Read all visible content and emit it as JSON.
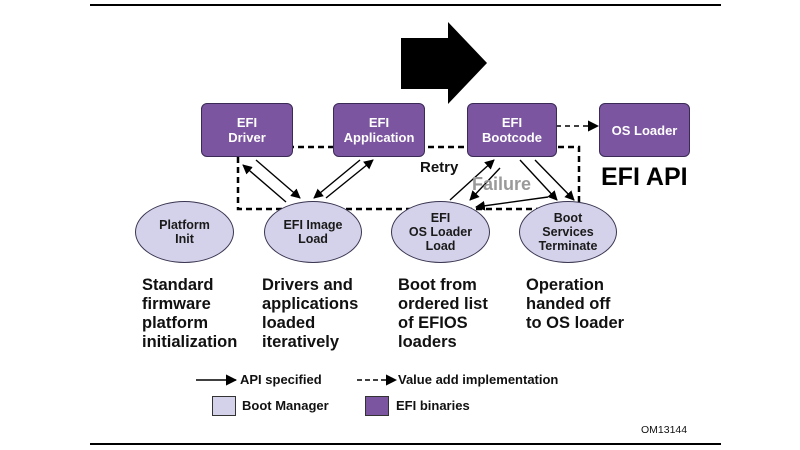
{
  "binaries": {
    "driver": [
      "EFI",
      "Driver"
    ],
    "application": [
      "EFI",
      "Application"
    ],
    "bootcode": [
      "EFI",
      "Bootcode"
    ],
    "os_loader": "OS Loader"
  },
  "api_label": "EFI API",
  "boot_manager": {
    "platform_init": [
      "Platform",
      "Init"
    ],
    "image_load": [
      "EFI Image",
      "Load"
    ],
    "os_loader_load": [
      "EFI",
      "OS Loader",
      "Load"
    ],
    "boot_services_terminate": [
      "Boot",
      "Services",
      "Terminate"
    ]
  },
  "descriptions": {
    "platform_init": [
      "Standard",
      "firmware",
      "platform",
      "initialization"
    ],
    "image_load": [
      "Drivers and",
      "applications",
      "loaded",
      "iteratively"
    ],
    "os_loader_load": [
      "Boot from",
      "ordered list",
      "of EFIOS",
      "loaders"
    ],
    "boot_services_terminate": [
      "Operation",
      "handed off",
      "to OS loader"
    ]
  },
  "labels": {
    "retry": "Retry",
    "failure": "Failure"
  },
  "legend": {
    "api_specified": "API specified",
    "value_add": "Value add implementation",
    "boot_manager": "Boot Manager",
    "efi_binaries": "EFI binaries"
  },
  "figure_id": "OM13144",
  "colors": {
    "binary_fill": "#7b55a0",
    "boot_manager_fill": "#d4d2ea",
    "failure_text": "#9a9a9a",
    "arrow": "#000000"
  }
}
